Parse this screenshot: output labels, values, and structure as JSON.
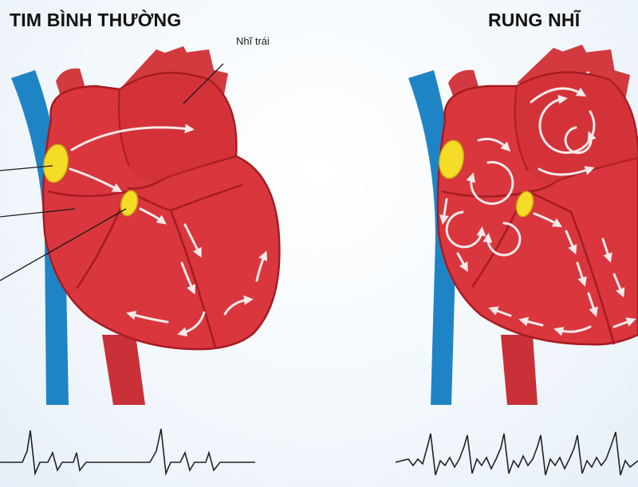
{
  "titles": {
    "normal": "TIM BÌNH THƯỜNG",
    "afib": "RUNG NHĨ"
  },
  "labels": {
    "left_atrium": "Nhĩ trái"
  },
  "colors": {
    "heart_fill": "#d9363d",
    "heart_dark": "#b8232b",
    "heart_outline": "#a51c22",
    "vein_blue": "#1f84c6",
    "artery_red": "#d23a3f",
    "node_yellow": "#f5dc26",
    "arrow_white": "#f6e9e9",
    "ecg_line": "#222222",
    "pointer_line": "#1a1a1a"
  },
  "icons": {
    "sa_node": "sinoatrial-node-icon",
    "av_node": "atrioventricular-node-icon",
    "ecg": "ecg-waveform-icon"
  }
}
